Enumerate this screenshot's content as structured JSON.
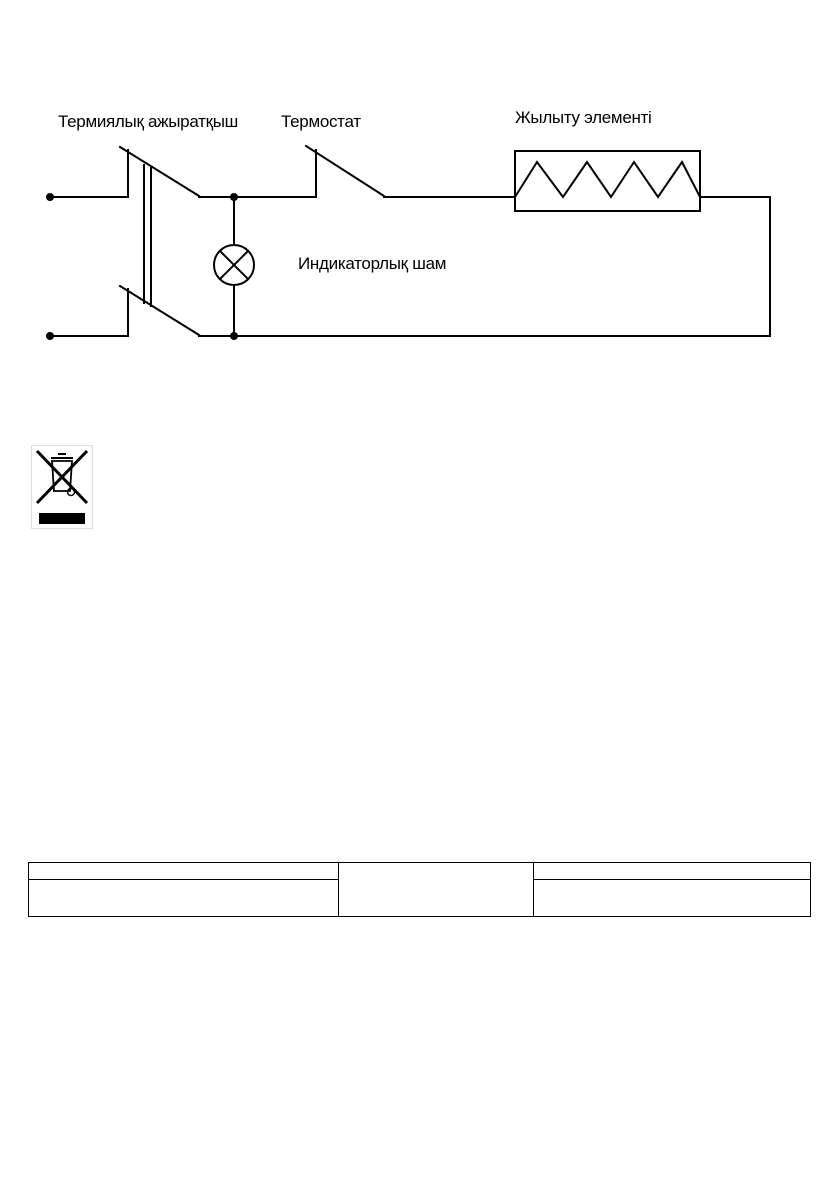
{
  "diagram": {
    "labels": {
      "thermal_cutout": "Термиялық ажыратқыш",
      "thermostat": "Термостат",
      "heating_element": "Жылыту элементі",
      "indicator_lamp": "Индикаторлық шам"
    }
  },
  "disposal_symbol": {
    "icon": "crossed-out-wheelie-bin-icon"
  },
  "footer_table": {
    "cells": [
      [
        "",
        "",
        ""
      ],
      [
        "",
        "",
        ""
      ]
    ]
  }
}
